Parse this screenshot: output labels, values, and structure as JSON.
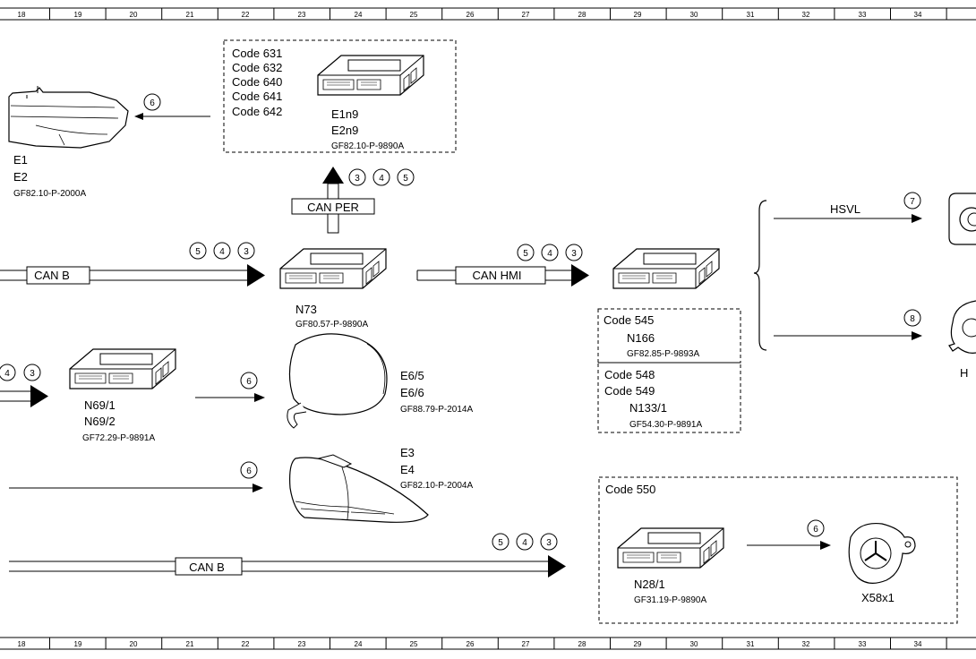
{
  "ruler": {
    "numbers": [
      "18",
      "19",
      "20",
      "21",
      "22",
      "23",
      "24",
      "25",
      "26",
      "27",
      "28",
      "29",
      "30",
      "31",
      "32",
      "33",
      "34"
    ]
  },
  "headlamp": {
    "labels": [
      "E1",
      "E2"
    ],
    "ref": "GF82.10-P-2000A",
    "circle": "6"
  },
  "top_module": {
    "codes": [
      "Code 631",
      "Code 632",
      "Code 640",
      "Code 641",
      "Code 642"
    ],
    "labels": [
      "E1n9",
      "E2n9"
    ],
    "ref": "GF82.10-P-9890A"
  },
  "can_per": {
    "label": "CAN PER",
    "circles": [
      "3",
      "4",
      "5"
    ]
  },
  "can_b_1": {
    "label": "CAN B",
    "circles": [
      "5",
      "4",
      "3"
    ]
  },
  "n73": {
    "label": "N73",
    "ref": "GF80.57-P-9890A"
  },
  "can_hmi": {
    "label": "CAN HMI",
    "circles": [
      "5",
      "4",
      "3"
    ]
  },
  "hsvl": {
    "label": "HSVL",
    "circle": "7"
  },
  "right_lower": {
    "circle": "8",
    "partial_label": "H"
  },
  "n166_box": {
    "code": "Code 545",
    "label": "N166",
    "ref": "GF82.85-P-9893A"
  },
  "n133_box": {
    "codes": [
      "Code 548",
      "Code 549"
    ],
    "label": "N133/1",
    "ref": "GF54.30-P-9891A"
  },
  "left_circles": [
    "4",
    "3"
  ],
  "n69": {
    "labels": [
      "N69/1",
      "N69/2"
    ],
    "ref": "GF72.29-P-9891A"
  },
  "mirror": {
    "circle": "6",
    "labels": [
      "E6/5",
      "E6/6"
    ],
    "ref": "GF88.79-P-2014A"
  },
  "taillamp": {
    "circle": "6",
    "labels": [
      "E3",
      "E4"
    ],
    "ref": "GF82.10-P-2004A"
  },
  "can_b_2": {
    "label": "CAN B",
    "circles": [
      "5",
      "4",
      "3"
    ]
  },
  "code550_box": {
    "code": "Code 550",
    "label": "N28/1",
    "ref": "GF31.19-P-9890A",
    "circle": "6",
    "socket_label": "X58x1"
  }
}
